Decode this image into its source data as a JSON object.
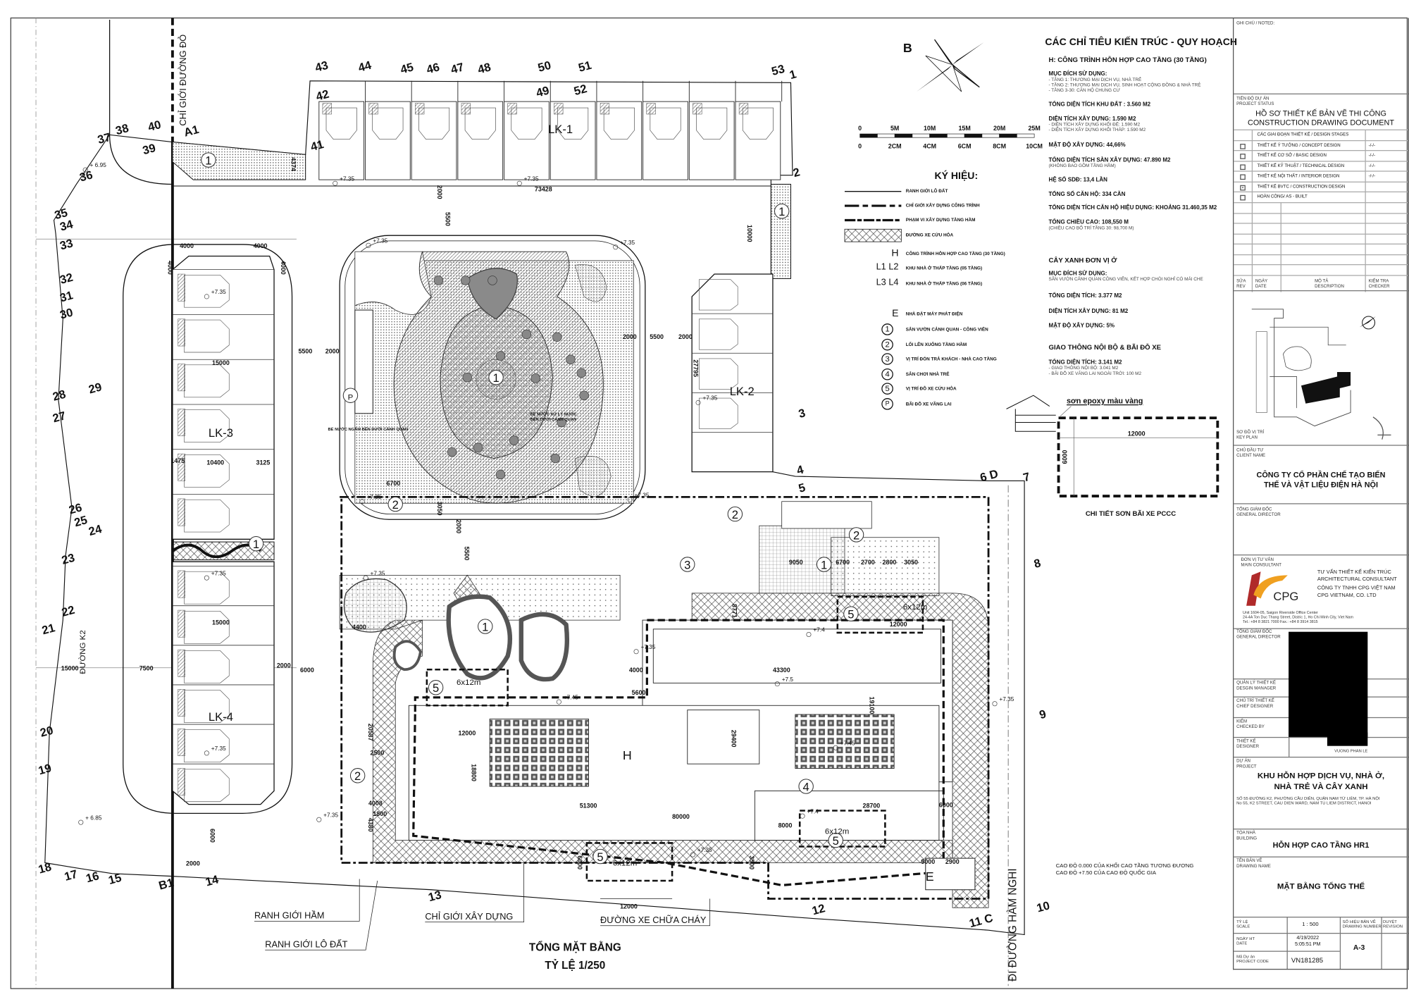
{
  "indicators": {
    "title": "CÁC CHỈ TIÊU KIẾN TRÚC - QUY HOẠCH",
    "h_block": {
      "heading": "H: CÔNG TRÌNH HỖN HỢP CAO TẦNG (30 TẦNG)",
      "use_label": "MỤC ĐÍCH SỬ DỤNG:",
      "use_lines": [
        "- TẦNG 1: THƯƠNG MẠI DỊCH VỤ, NHÀ TRẺ",
        "- TẦNG 2: THƯƠNG MẠI DỊCH VỤ, SINH HOẠT CỘNG ĐỒNG & NHÀ TRẺ",
        "- TẦNG 3-30: CĂN HỘ CHUNG CƯ"
      ],
      "site_area": "TỔNG DIỆN TÍCH KHU ĐẤT : 3.560 M2",
      "build_area": "DIỆN TÍCH XÂY DỰNG: 1.590 M2",
      "build_area_lines": [
        "- DIỆN TÍCH XÂY DỰNG KHỐI ĐẾ: 1.590 M2",
        "- DIỆN TÍCH XÂY DỰNG KHỐI THÁP: 1.590 M2"
      ],
      "density": "MẬT ĐỘ XÂY DỰNG: 44,66%",
      "floor_area": "TỔNG DIỆN TÍCH SÀN XÂY DỰNG: 47.890 M2",
      "floor_area_note": "(KHÔNG BAO GỒM TẦNG HẦM)",
      "far": "HỆ SỐ SDĐ: 13,4 LẦN",
      "units": "TỔNG SỐ CĂN HỘ: 334 CĂN",
      "unit_area": "TỔNG DIỆN TÍCH CĂN HỘ HIỆU DỤNG: KHOẢNG 31.460,35 M2",
      "height": "TỔNG CHIỀU CAO: 108,550 M",
      "height_note": "(CHIỀU CAO BỐ TRÍ TẦNG 30: 98,700 M)"
    },
    "green": {
      "heading": "CÂY XANH ĐƠN VỊ Ở",
      "use_label": "MỤC ĐÍCH SỬ DỤNG:",
      "use_line": "SÂN VƯỜN CẢNH QUAN CÔNG VIÊN, KẾT HỢP CHÒI NGHỈ CÓ MÁI CHE",
      "total": "TỔNG DIỆN TÍCH: 3.377 M2",
      "build": "DIỆN TÍCH XÂY DỰNG: 81 M2",
      "density": "MẬT ĐỘ XÂY DỰNG: 5%"
    },
    "traffic": {
      "heading": "GIAO THÔNG NỘI BỘ & BÃI ĐỖ XE",
      "total": "TỔNG DIỆN TÍCH: 3.141 M2",
      "lines": [
        "- GIAO THÔNG NỘI BỘ: 3.041 M2",
        "- BÃI ĐỖ XE VÃNG LAI NGOÀI TRỜI: 100 M2"
      ]
    }
  },
  "compass": {
    "label": "B"
  },
  "scale_bar": {
    "top": [
      "0",
      "5M",
      "10M",
      "15M",
      "20M",
      "25M"
    ],
    "bottom": [
      "0",
      "2CM",
      "4CM",
      "6CM",
      "8CM",
      "10CM"
    ]
  },
  "legend": {
    "title": "KÝ HIỆU:",
    "lines": [
      {
        "label": "RANH GIỚI LÔ ĐẤT",
        "style": "solid"
      },
      {
        "label": "CHỈ GIỚI XÂY DỰNG CÔNG TRÌNH",
        "style": "dash"
      },
      {
        "label": "PHẠM VI XÂY DỰNG TẦNG HẦM",
        "style": "dashdot"
      },
      {
        "label": "ĐƯỜNG XE CỨU HỎA",
        "style": "hatch"
      }
    ],
    "symbols": [
      {
        "symbol": "H",
        "label": "CÔNG TRÌNH HỖN HỢP CAO TẦNG (30 TẦNG)"
      },
      {
        "symbol": "L1 L2",
        "label": "KHU NHÀ Ở THẤP TẦNG (05 TẦNG)"
      },
      {
        "symbol": "L3 L4",
        "label": "KHU NHÀ Ở THẤP TẦNG (06 TẦNG)"
      },
      {
        "symbol": "E",
        "label": "NHÀ ĐẶT MÁY PHÁT ĐIỆN"
      }
    ],
    "circled": [
      {
        "symbol": "1",
        "label": "SÂN VƯỜN CẢNH QUAN - CÔNG VIÊN"
      },
      {
        "symbol": "2",
        "label": "LỐI LÊN XUỐNG TẦNG HẦM"
      },
      {
        "symbol": "3",
        "label": "VỊ TRÍ ĐÓN TRẢ KHÁCH - NHÀ CAO TẦNG"
      },
      {
        "symbol": "4",
        "label": "SÂN CHƠI NHÀ TRẺ"
      },
      {
        "symbol": "5",
        "label": "VỊ TRÍ ĐỖ XE CỨU HỎA"
      },
      {
        "symbol": "P",
        "label": "BÃI ĐỖ XE VÃNG LAI"
      }
    ]
  },
  "fire_parking_detail": {
    "note": "sơn epoxy màu vàng",
    "width": "12000",
    "height": "6000",
    "title": "CHI TIẾT SƠN BÃI XE PCCC"
  },
  "level_notes": [
    "CAO ĐỘ 0.000 CỦA KHỐI CAO TẦNG TƯƠNG ĐƯƠNG",
    "CAO ĐỘ +7.50 CỦA CAO ĐỘ QUỐC GIA"
  ],
  "plan": {
    "title": "TỔNG MẶT BẰNG",
    "scale": "TỶ LỆ 1/250",
    "road_labels": [
      "CHỈ GIỚI ĐƯỜNG ĐỎ",
      "ĐƯỜNG K2",
      "ĐI ĐƯỜNG HÀM NGHI"
    ],
    "callouts": [
      "RANH GIỚI HẦM",
      "RANH GIỚI LÔ ĐẤT",
      "CHỈ GIỚI XÂY DỰNG",
      "ĐƯỜNG XE CHỮA CHÁY"
    ],
    "notes": [
      "BỂ NƯỚC NGẦM BÊN DƯỚI CẢNH QUAN",
      "BỂ NƯỚC XỬ LÝ NƯỚC",
      "BÊN DƯỚI CẢNH QUAN"
    ],
    "zones": [
      "LK-1",
      "LK-2",
      "LK-3",
      "LK-4",
      "H",
      "E"
    ],
    "points": [
      "43",
      "44",
      "45",
      "46",
      "47",
      "48",
      "50",
      "51",
      "53",
      "1",
      "42",
      "49",
      "52",
      "41",
      "2",
      "38",
      "37",
      "40",
      "39",
      "36",
      "35",
      "34",
      "33",
      "32",
      "31",
      "30",
      "28",
      "29",
      "27",
      "26",
      "25",
      "24",
      "23",
      "22",
      "21",
      "20",
      "19",
      "18",
      "17",
      "16",
      "15",
      "B1",
      "14",
      "13",
      "12",
      "11 C",
      "10",
      "9",
      "8",
      "7",
      "6 D",
      "5",
      "4",
      "3",
      "A1"
    ],
    "markers": [
      "1",
      "1",
      "1",
      "1",
      "1",
      "1",
      "2",
      "2",
      "2",
      "2",
      "3",
      "4",
      "5",
      "5",
      "5",
      "5",
      "P"
    ],
    "fire_bays": [
      "6x12m",
      "6x12m",
      "6x12m",
      "6x12m"
    ],
    "dimensions": [
      "73428",
      "5500",
      "2000",
      "10000",
      "4000",
      "4000",
      "4000",
      "4000",
      "15000",
      "10400",
      "1475",
      "3125",
      "15000",
      "7500",
      "15000",
      "2000",
      "6000",
      "5500",
      "2000",
      "27795",
      "2000",
      "5500",
      "2000",
      "6700",
      "3050",
      "2000",
      "5500",
      "9050",
      "6700",
      "2700",
      "2800",
      "3050",
      "43300",
      "12000",
      "4000",
      "5600",
      "12000",
      "51300",
      "80000",
      "28700",
      "8000",
      "9000",
      "6000",
      "2900",
      "20587",
      "18800",
      "29400",
      "19100",
      "12000",
      "4008",
      "1800",
      "4380",
      "6000",
      "2000",
      "4400",
      "2500",
      "3500",
      "6000",
      "8771",
      "4374"
    ],
    "elevations": [
      "+ 6.95",
      "+7.35",
      "+7.35",
      "+7.35",
      "+7.35",
      "+7.35",
      "+7.35",
      "+7.35",
      "+7.35",
      "+7.35",
      "+7.35",
      "+7.35",
      "+7.35",
      "+7.35",
      "+7.35",
      "+7.35",
      "+ 6.85",
      "+7.5",
      "+7.45",
      "+7.45",
      "+7.4",
      "+7.4"
    ]
  },
  "title_block": {
    "notes_label": "GHI CHÚ / NOTED:",
    "status_label": [
      "TIẾN ĐỘ DỰ ÁN",
      "PROJECT STATUS"
    ],
    "status_value": [
      "HỒ SƠ THIẾT KẾ BẢN VẼ THI CÔNG",
      "CONSTRUCTION DRAWING DOCUMENT"
    ],
    "stages_header": "CÁC GIAI ĐOẠN THIẾT KẾ / DESIGN STAGES",
    "stages": [
      {
        "label": "THIẾT KẾ Ý TƯỞNG / CONCEPT DESIGN",
        "date": "-/-/-",
        "checked": false
      },
      {
        "label": "THIẾT KẾ CƠ SỞ / BASIC DESIGN",
        "date": "-/-/-",
        "checked": false
      },
      {
        "label": "THIẾT KẾ KỸ THUẬT / TECHNICAL DESIGN",
        "date": "-/-/-",
        "checked": false
      },
      {
        "label": "THIẾT KẾ NỘI THẤT / INTERIOR DESIGN",
        "date": "-/-/-",
        "checked": false
      },
      {
        "label": "THIẾT KẾ BVTC / CONSTRUCTION DESIGN",
        "date": "",
        "checked": true
      },
      {
        "label": "HOÀN CÔNG/ AS - BUILT",
        "date": "",
        "checked": false
      }
    ],
    "rev_headers": [
      [
        "SỬA",
        "REV"
      ],
      [
        "NGÀY",
        "DATE"
      ],
      [
        "MÔ TẢ",
        "DESCRIPTION"
      ],
      [
        "KIỂM TRA",
        "CHECKER"
      ]
    ],
    "key_plan_label": [
      "SƠ ĐỒ VỊ TRÍ",
      "KEY PLAN"
    ],
    "client_label": [
      "CHỦ ĐẦU TƯ",
      "CLIENT NAME"
    ],
    "client_name": [
      "CÔNG TY CỔ PHẦN CHẾ TẠO BIẾN",
      "THẾ VÀ VẬT LIỆU ĐIỆN HÀ NỘI"
    ],
    "gd_label": [
      "TỔNG GIÁM ĐỐC",
      "GENERAL DIRECTOR"
    ],
    "consultant_label": [
      "ĐƠN VỊ TƯ VẤN",
      "MAIN CONSULTANT"
    ],
    "consultant_logo": "CPG",
    "consultant_lines": [
      "TƯ VẤN THIẾT KẾ KIẾN TRÚC",
      "ARCHITECTURAL CONSULTANT",
      "CÔNG TY TNHH CPG VIỆT NAM",
      "CPG VIETNAM, CO. LTD"
    ],
    "consultant_address": [
      "Unit 1604-05, Saigon Riverside Office Center",
      "24-4A Ton Duc Thang Street, Distric 1, Ho Chi Minh City, Viet Nam",
      "Tel.: +84 8 3821 7000     Fax.: +84 8 3914 3815"
    ],
    "gd2_label": [
      "TỔNG GIÁM ĐỐC",
      "GENERAL DIRECTOR"
    ],
    "roles": [
      [
        "QUẢN LÝ THIẾT KẾ",
        "DESGIN MANAGER"
      ],
      [
        "CHỦ TRÌ THIẾT KẾ",
        "CHIEF DESIGNER"
      ],
      [
        "KIỂM",
        "CHECKED BY"
      ],
      [
        "THIẾT KẾ",
        "DESIGNER"
      ]
    ],
    "designer_name": "VUONG PHAN LE",
    "project_label": [
      "DỰ ÁN",
      "PROJECT"
    ],
    "project_name": [
      "KHU HỖN HỢP DỊCH VỤ, NHÀ Ở,",
      "NHÀ TRẺ VÀ CÂY XANH"
    ],
    "project_address": [
      "SỐ 55 ĐƯỜNG K2, PHƯỜNG CẦU DIỄN, QUẬN NAM TỪ LIÊM, TP. HÀ NỘI",
      "No 55,  K2 STREET, CAU DIEN WARD, NAM TU LIEM DISTRICT, HANOI"
    ],
    "building_label": [
      "TÒA NHÀ",
      "BUILDING"
    ],
    "building_name": "HỖN HỢP CAO TẦNG HR1",
    "drawing_label": [
      "TÊN BẢN VẼ",
      "DRAWING NAME"
    ],
    "drawing_name": "MẶT BẰNG TỔNG THỂ",
    "scale_label": [
      "TỶ LỆ",
      "SCALE"
    ],
    "scale_value": "1 : 500",
    "drawing_number_label": [
      "SỐ HIỆU BẢN VẼ",
      "DRAWING NUMBER"
    ],
    "revision_label": [
      "DUYỆT",
      "REVISION"
    ],
    "date_label": [
      "NGÀY HT",
      "DATE"
    ],
    "date_value": [
      "4/19/2022",
      "5:05:51 PM"
    ],
    "drawing_number": "A-3",
    "code_label": [
      "Mã Dự án",
      "PROJECT CODE"
    ],
    "code_value": "VN181285"
  },
  "colors": {
    "line": "#111111",
    "hatch": "#333333",
    "fill_grey": "#8a8a8a",
    "cpg_orange": "#f0a020",
    "cpg_red": "#b02a2a"
  }
}
